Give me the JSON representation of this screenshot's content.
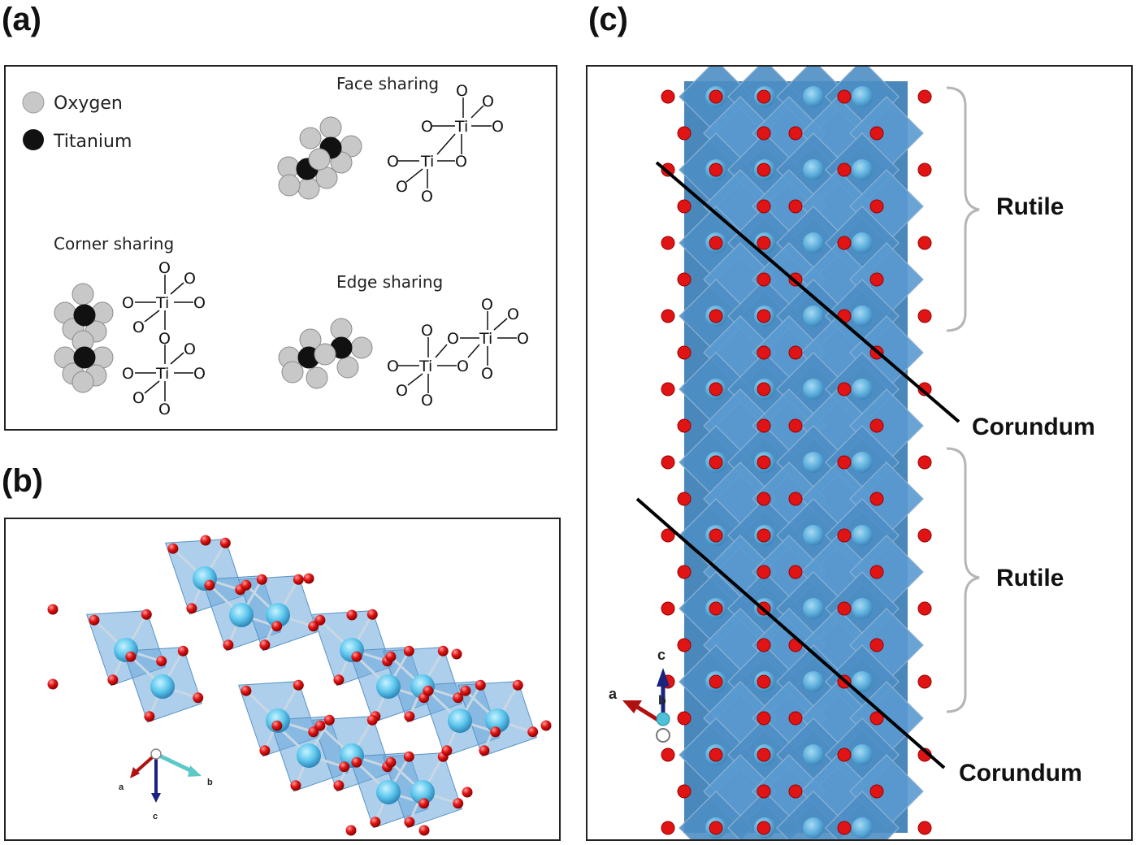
{
  "panels": {
    "a": {
      "label": "(a)",
      "legend": [
        {
          "name": "Oxygen",
          "color": "#c8c8c8"
        },
        {
          "name": "Titanium",
          "color": "#111111"
        }
      ],
      "titles": {
        "face": "Face sharing",
        "corner": "Corner sharing",
        "edge": "Edge sharing"
      },
      "atoms": {
        "o": "O",
        "ti": "Ti"
      }
    },
    "b": {
      "label": "(b)",
      "axes": {
        "a": "a",
        "b": "b",
        "c": "c"
      }
    },
    "c": {
      "label": "(c)",
      "labels": {
        "rutile_top": "Rutile",
        "corundum_top": "Corundum",
        "rutile_bottom": "Rutile",
        "corundum_bottom": "Corundum"
      },
      "axes": {
        "a": "a",
        "b": "b",
        "c": "c"
      }
    }
  },
  "colors": {
    "oxygen_red": "#e01414",
    "polyhedron_blue": "#4f8fc8",
    "ti_cyan": "#5fd0f0",
    "bracket_gray": "#b5b5b5"
  }
}
